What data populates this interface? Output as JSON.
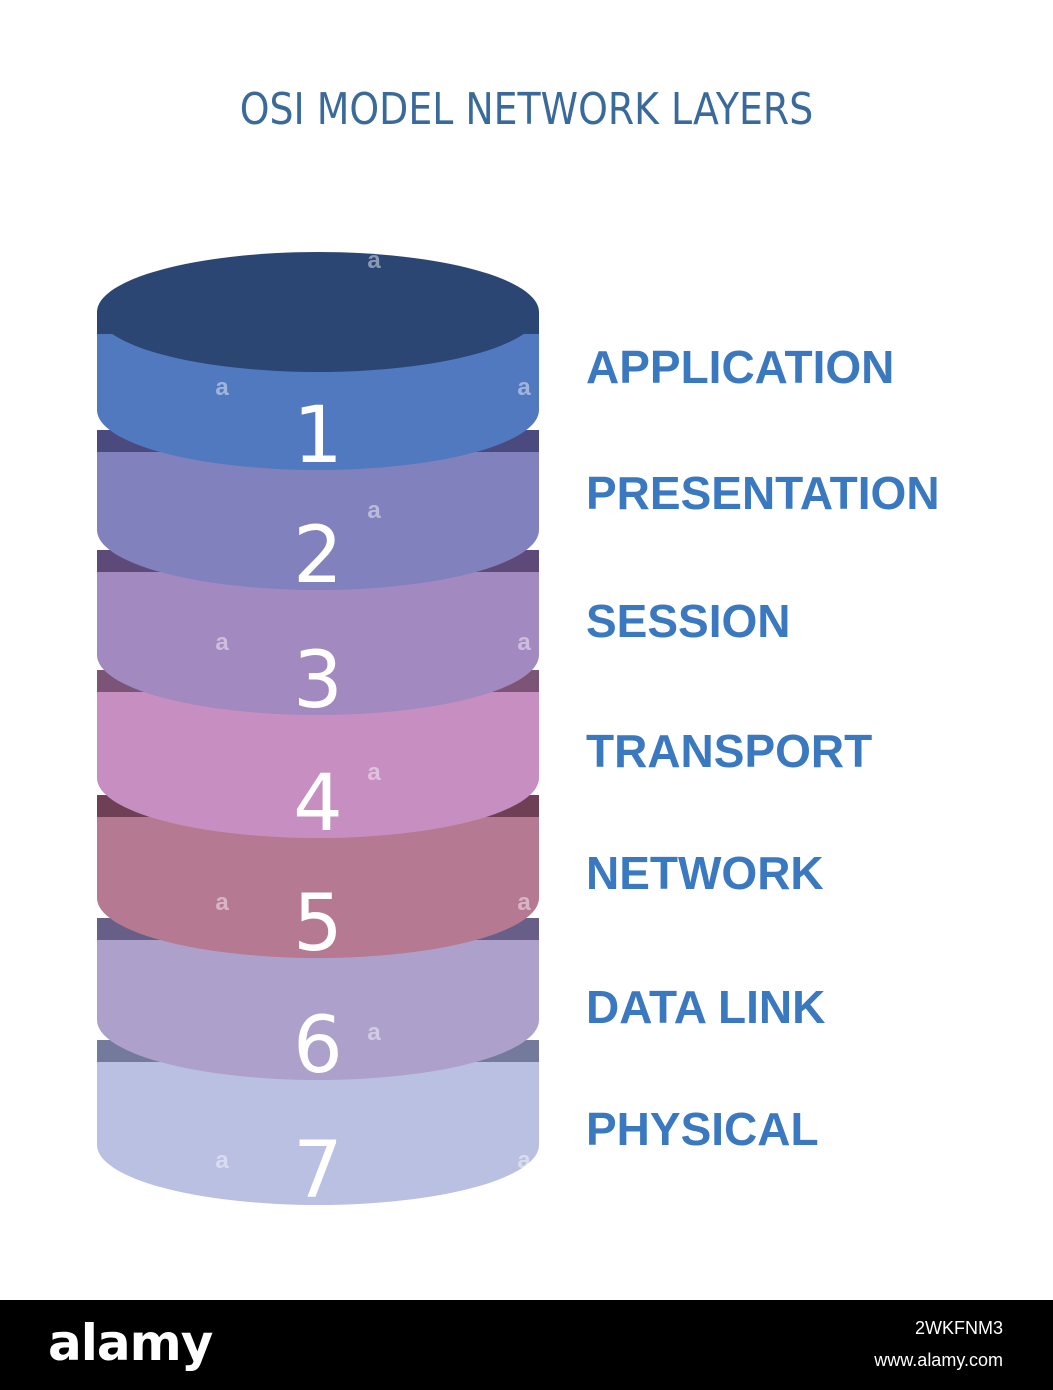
{
  "title": "OSI  MODEL  NETWORK LAYERS",
  "colors": {
    "title": "#3a6a9a",
    "labels": "#3a78c0",
    "top_cap": "#2b4673",
    "numbers": "#ffffff"
  },
  "layers": [
    {
      "number": "1",
      "name": "APPLICATION",
      "color": "#5179bf",
      "shadow": "#2b4673"
    },
    {
      "number": "2",
      "name": "PRESENTATION",
      "color": "#8181bd",
      "shadow": "#4a4a7e"
    },
    {
      "number": "3",
      "name": "SESSION",
      "color": "#a289c0",
      "shadow": "#5e4a78"
    },
    {
      "number": "4",
      "name": "TRANSPORT",
      "color": "#c78fc1",
      "shadow": "#7b5476"
    },
    {
      "number": "5",
      "name": "NETWORK",
      "color": "#b57a92",
      "shadow": "#6f4055"
    },
    {
      "number": "6",
      "name": "DATA LINK",
      "color": "#ada1cc",
      "shadow": "#675f88"
    },
    {
      "number": "7",
      "name": "PHYSICAL",
      "color": "#bac0e2",
      "shadow": "#737a9c"
    }
  ],
  "footer": {
    "logo": "alamy",
    "image_id": "2WKFNM3",
    "url": "www.alamy.com"
  }
}
